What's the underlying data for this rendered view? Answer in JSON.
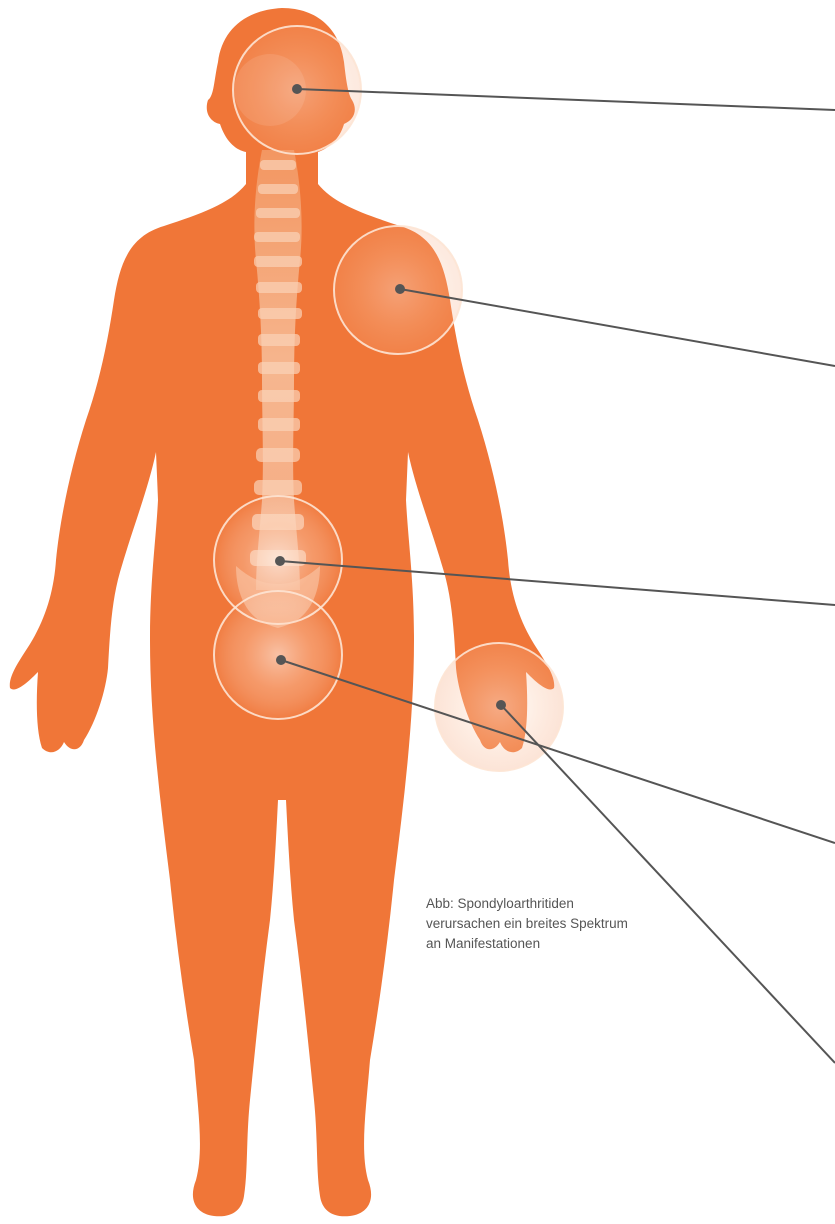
{
  "colors": {
    "body": "#f07638",
    "spine": "#f6b48b",
    "ring": "#fde4d4",
    "connector": "#555555",
    "caption_text": "#555555"
  },
  "caption": {
    "lines": [
      "Abb: Spondyloarthritiden",
      "verursachen ein breites Spektrum",
      "an Manifestationen"
    ]
  },
  "markers": [
    {
      "name": "marker-head",
      "region": "head"
    },
    {
      "name": "marker-shoulder",
      "region": "shoulder"
    },
    {
      "name": "marker-lower-back",
      "region": "lower back"
    },
    {
      "name": "marker-hand",
      "region": "hand"
    },
    {
      "name": "marker-pelvis",
      "region": "pelvis"
    }
  ]
}
